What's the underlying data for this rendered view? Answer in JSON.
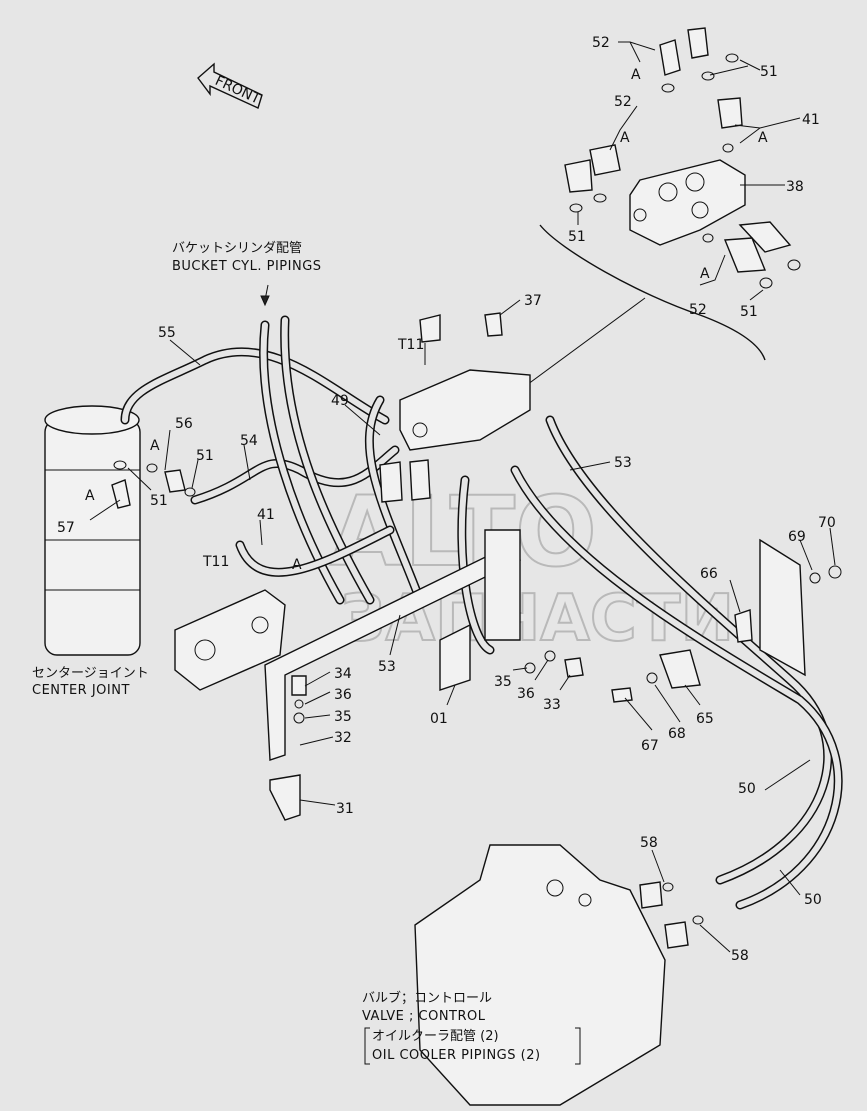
{
  "direction": {
    "label": "FRONT"
  },
  "captions": {
    "bucket_jp": "バケットシリンダ配管",
    "bucket_en": "BUCKET CYL. PIPINGS",
    "center_jp": "センタージョイント",
    "center_en": "CENTER JOINT",
    "valve_jp": "バルブ；コントロール",
    "valve_en": "VALVE ; CONTROL",
    "cooler_jp": "オイルクーラ配管 (2)",
    "cooler_en": "OIL COOLER PIPINGS (2)"
  },
  "watermark": {
    "line1": "ALTO",
    "line2": "ЗАПЧАСТИ"
  },
  "callouts": [
    "52",
    "51",
    "52",
    "41",
    "38",
    "51",
    "52",
    "51",
    "37",
    "T11",
    "55",
    "49",
    "53",
    "56",
    "51",
    "54",
    "57",
    "51",
    "41",
    "T11",
    "66",
    "69",
    "70",
    "34",
    "36",
    "35",
    "32",
    "31",
    "53",
    "01",
    "35",
    "36",
    "33",
    "67",
    "68",
    "65",
    "50",
    "50",
    "58",
    "58",
    "A",
    "A",
    "A",
    "A",
    "A",
    "A",
    "A"
  ]
}
